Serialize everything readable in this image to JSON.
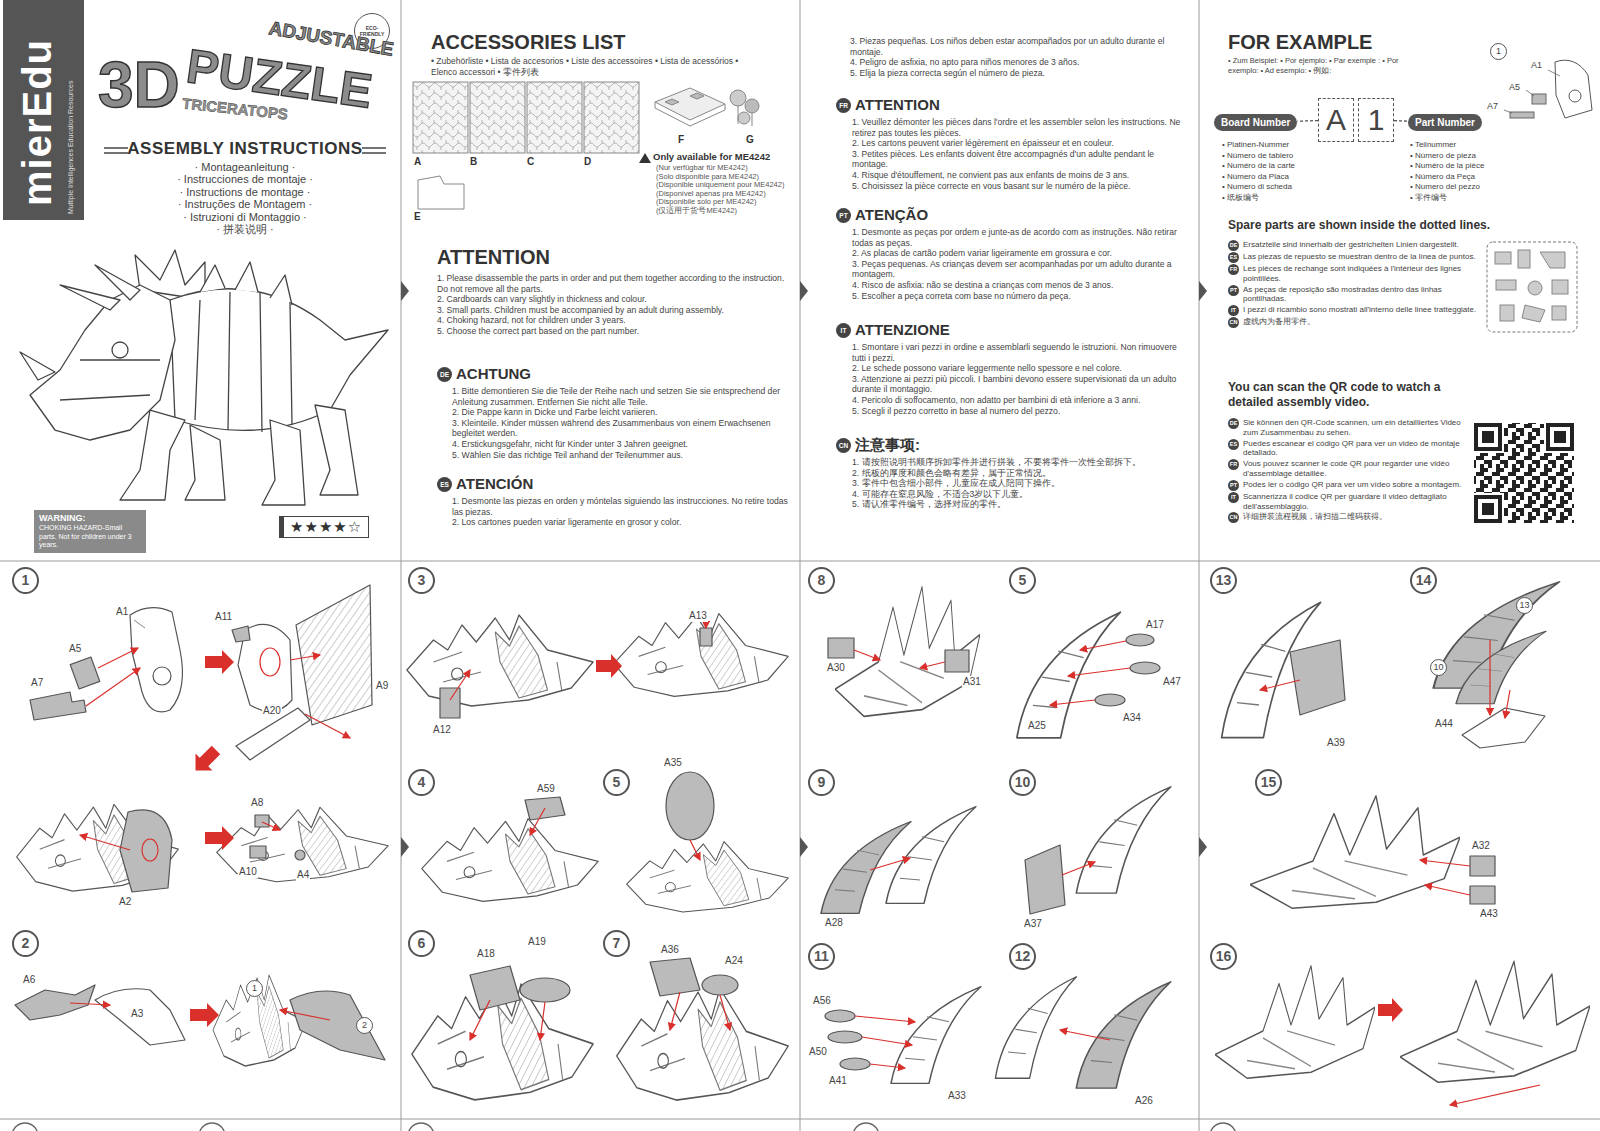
{
  "diagram": {
    "title": "ASSEMBLY INSTRUCTIONS",
    "nodes": [
      {
        "text": [
          "ECO-FRIENDLY"
        ]
      },
      {
        "text": [
          "WARNING:",
          "CHOKING HAZARD-Small parts. Not for children under 3 years."
        ]
      },
      {
        "text": [
          "★★★★☆"
        ]
      },
      {
        "text": [
          "DE"
        ]
      },
      {
        "text": [
          "ES"
        ]
      },
      {
        "text": [
          "FR"
        ]
      },
      {
        "text": [
          "PT"
        ]
      },
      {
        "text": [
          "IT"
        ]
      },
      {
        "text": [
          "CN"
        ]
      },
      {
        "text": [
          "1"
        ]
      },
      {
        "text": [
          "Board Number"
        ]
      },
      {
        "text": [
          "A"
        ]
      },
      {
        "text": [
          "1"
        ]
      },
      {
        "text": [
          "Part Number"
        ]
      },
      {
        "text": [
          "DE"
        ]
      },
      {
        "text": [
          "ES"
        ]
      },
      {
        "text": [
          "FR"
        ]
      },
      {
        "text": [
          "PT"
        ]
      },
      {
        "text": [
          "IT"
        ]
      },
      {
        "text": [
          "CN"
        ]
      },
      {
        "text": [
          "DE"
        ]
      },
      {
        "text": [
          "ES"
        ]
      },
      {
        "text": [
          "FR"
        ]
      },
      {
        "text": [
          "PT"
        ]
      },
      {
        "text": [
          "IT"
        ]
      },
      {
        "text": [
          "CN"
        ]
      },
      {
        "text": [
          "1"
        ]
      },
      {
        "text": [
          "2"
        ]
      },
      {
        "text": [
          "1"
        ]
      },
      {
        "text": [
          "2"
        ]
      },
      {
        "text": [
          "3"
        ]
      },
      {
        "text": [
          "4"
        ]
      },
      {
        "text": [
          "5"
        ]
      },
      {
        "text": [
          "6"
        ]
      },
      {
        "text": [
          "7"
        ]
      },
      {
        "text": [
          "8"
        ]
      },
      {
        "text": [
          "5"
        ]
      },
      {
        "text": [
          "9"
        ]
      },
      {
        "text": [
          "10"
        ]
      },
      {
        "text": [
          "11"
        ]
      },
      {
        "text": [
          "12"
        ]
      },
      {
        "text": [
          "13"
        ]
      },
      {
        "text": [
          "14"
        ]
      },
      {
        "text": [
          "13"
        ]
      },
      {
        "text": [
          "10"
        ]
      },
      {
        "text": [
          "15"
        ]
      },
      {
        "text": [
          "16"
        ]
      }
    ],
    "edges": [
      {
        "from": 11,
        "to": 10,
        "arrow": "none"
      },
      {
        "from": 12,
        "to": 13,
        "arrow": "none"
      }
    ],
    "labels": [
      "mierEdu",
      "Multiple Intelligences Education Resources",
      "ADJUSTABLE",
      "3D",
      "PUZZLE",
      "TRICERATOPS",
      "· Montageanleitung ·",
      "· Instrucciones de montaje ·",
      "· Instructions de montage ·",
      "· Instruções de Montagem ·",
      "· Istruzioni di Montaggio ·",
      "· 拼装说明 ·",
      "ACCESSORIES LIST",
      "• Zubehörliste • Lista de accesorios • Liste des accessoires • Lista de acessórios • Elenco accessori • 零件列表",
      "A",
      "B",
      "C",
      "D",
      "E",
      "F",
      "G",
      "Only available for ME4242",
      "(Nur verfügbar für ME4242)",
      "(Solo disponible para ME4242)",
      "(Disponible uniquement pour ME4242)",
      "(Disponível apenas pra ME4242)",
      "(Disponibile solo per ME4242)",
      "(仅适用于货号ME4242)",
      "ATTENTION",
      "1. Please disassemble the parts in order and put them together according to the instruction. Do not remove all the parts.",
      "2. Cardboards can vary slightly in thickness and colour.",
      "3. Small parts. Children must be accompanied by an adult during assembly.",
      "4. Choking hazard, not for children under 3 years.",
      "5. Choose the correct part based on the part number.",
      "ACHTUNG",
      "1. Bitte demontieren Sie die Teile der Reihe nach und setzen Sie sie entsprechend der Anleitung zusammen. Entfernen Sie nicht alle Teile.",
      "2. Die Pappe kann in Dicke und Farbe leicht variieren.",
      "3. Kleinteile. Kinder müssen während des Zusammenbaus von einem Erwachsenen begleitet werden.",
      "4. Erstickungsgefahr, nicht für Kinder unter 3 Jahren geeignet.",
      "5. Wählen Sie das richtige Teil anhand der Teilenummer aus.",
      "ATENCIÓN",
      "1. Desmonte las piezas en orden y móntelas siguiendo las instrucciones. No retire todas las piezas.",
      "2. Los cartones pueden variar ligeramente en grosor y color.",
      "3. Piezas pequeñas. Los niños deben estar acompañados por un adulto durante el montaje.",
      "4. Peligro de asfixia, no apto para niños menores de 3 años.",
      "5. Elija la pieza correcta según el número de pieza.",
      "ATTENTION",
      "1. Veuillez démonter les pièces dans l'ordre et les assembler selon les instructions. Ne retirez pas toutes les pièces.",
      "2. Les cartons peuvent varier légèrement en épaisseur et en couleur.",
      "3. Petites pièces. Les enfants doivent être accompagnés d'un adulte pendant le montage.",
      "4. Risque d'étouffement, ne convient pas aux enfants de moins de 3 ans.",
      "5. Choisissez la pièce correcte en vous basant sur le numéro de la pièce.",
      "ATENÇÃO",
      "1. Desmonte as peças por ordem e junte-as de acordo com as instruções. Não retirar todas as peças.",
      "2. As placas de cartão podem variar ligeiramente em grossura e cor.",
      "3. Peças pequenas. As crianças devem ser acompanhadas por um adulto durante a montagem.",
      "4. Risco de asfixia: não se destina a crianças com menos de 3 anos.",
      "5. Escolher a peça correta com base no número da peça.",
      "ATTENZIONE",
      "1. Smontare i vari pezzi in ordine e assemblarli seguendo le istruzioni. Non rimuovere tutti i pezzi.",
      "2. Le schede possono variare leggermente nello spessore e nel colore.",
      "3. Attenzione ai pezzi più piccoli. I bambini devono essere supervisionati da un adulto durante il montaggio.",
      "4. Pericolo di soffocamento, non adatto per bambini di età inferiore a 3 anni.",
      "5. Scegli il pezzo corretto in base al numero del pezzo.",
      "注意事项:",
      "1. 请按照说明书顺序拆卸零件并进行拼装，不要将零件一次性全部拆下。",
      "2. 纸板的厚度和颜色会略有差异，属于正常情况。",
      "3. 零件中包含细小部件，儿童应在成人陪同下操作。",
      "4. 可能存在窒息风险，不适合3岁以下儿童。",
      "5. 请认准零件编号，选择对应的零件。",
      "FOR EXAMPLE",
      "• Zum Beispiel: • Por ejemplo: • Par exemple : • Por exemplo: • Ad esempio: • 例如:",
      "A1",
      "A5",
      "A7",
      "• Platinen-Nummer",
      "• Número de tablero",
      "• Numéro de la carte",
      "• Número da Placa",
      "• Numero di scheda",
      "• 纸板编号",
      "• Teilnummer",
      "• Número de pieza",
      "• Numéro de la pièce",
      "• Número da Peça",
      "• Numero del pezzo",
      "• 零件编号",
      "Spare parts are shown inside the dotted lines.",
      "Ersatzteile sind innerhalb der gestrichelten Linien dargestellt.",
      "Las piezas de repuesto se muestran dentro de la línea de puntos.",
      "Les pièces de rechange sont indiquées à l'intérieur des lignes pointillées.",
      "As peças de reposição são mostradas dentro das linhas pontilhadas.",
      "I pezzi di ricambio sono mostrati all'interno delle linee tratteggiate.",
      "虚线内为备用零件。",
      "You can scan the QR code to watch a detailed assembly video.",
      "Sie können den QR-Code scannen, um ein detailliertes Video zum Zusammenbau zu sehen.",
      "Puedes escanear el código QR para ver un video de montaje detallado.",
      "Vous pouvez scanner le code QR pour regarder une vidéo d'assemblage détaillée.",
      "Podes ler o código QR para ver um vídeo sobre a montagem.",
      "Scannerizza il codice QR per guardare il video dettagliato dell'assemblaggio.",
      "详细拼装流程视频，请扫描二维码获得。",
      "A1",
      "A5",
      "A7",
      "A11",
      "A9",
      "A20",
      "A8",
      "A10",
      "A4",
      "A2",
      "A6",
      "A3",
      "A13",
      "A12",
      "A59",
      "A35",
      "A18",
      "A19",
      "A36",
      "A24",
      "A30",
      "A31",
      "A17",
      "A47",
      "A25",
      "A34",
      "A28",
      "A37",
      "A56",
      "A50",
      "A41",
      "A33",
      "A26",
      "A39",
      "A44",
      "A32",
      "A43"
    ]
  }
}
